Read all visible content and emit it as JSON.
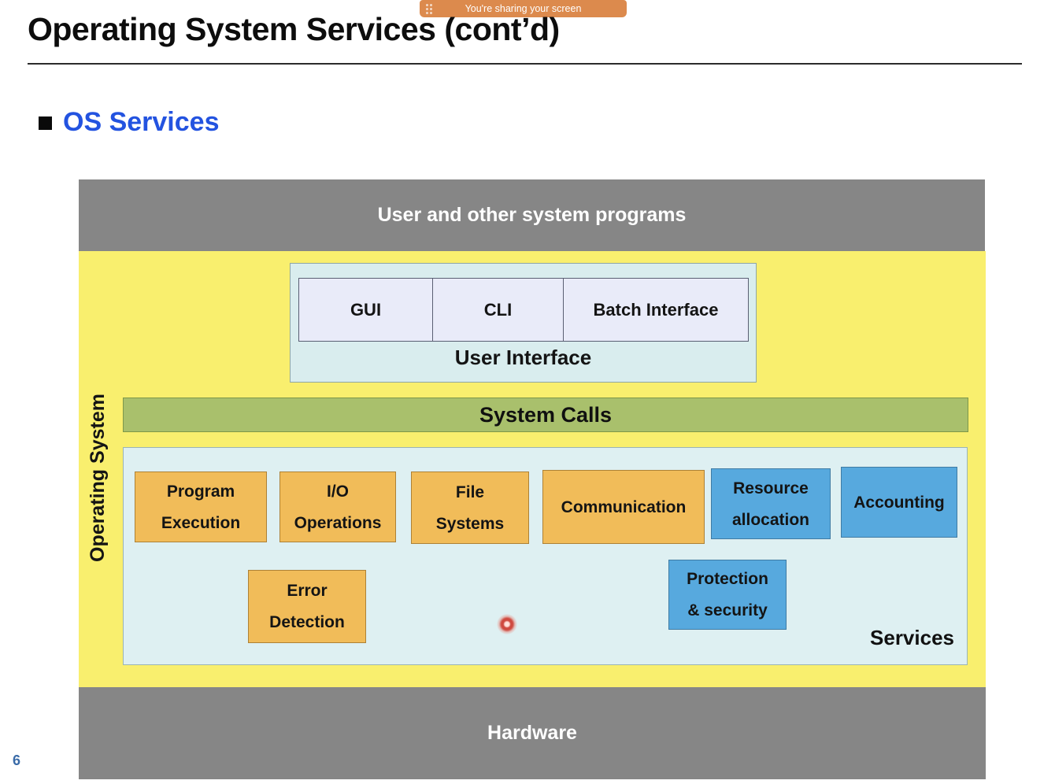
{
  "screen_share_banner": {
    "label": "You're sharing your screen"
  },
  "header": {
    "title": "Operating System Services (cont’d)"
  },
  "content": {
    "bullet_label": "OS Services"
  },
  "diagram": {
    "user_programs_bar": "User and other system programs",
    "operating_system_label": "Operating System",
    "user_interface": {
      "cells": [
        "GUI",
        "CLI",
        "Batch Interface"
      ],
      "caption": "User Interface"
    },
    "system_calls_bar": "System Calls",
    "services": {
      "caption": "Services",
      "boxes": [
        {
          "name": "program-execution",
          "lines": [
            "Program",
            "Execution"
          ],
          "style": "orange"
        },
        {
          "name": "io-operations",
          "lines": [
            "I/O",
            "Operations"
          ],
          "style": "orange"
        },
        {
          "name": "file-systems",
          "lines": [
            "File",
            "Systems"
          ],
          "style": "orange"
        },
        {
          "name": "communication",
          "lines": [
            "Communication"
          ],
          "style": "orange"
        },
        {
          "name": "resource-allocation",
          "lines": [
            "Resource",
            "allocation"
          ],
          "style": "blue"
        },
        {
          "name": "accounting",
          "lines": [
            "Accounting"
          ],
          "style": "blue"
        },
        {
          "name": "error-detection",
          "lines": [
            "Error",
            "Detection"
          ],
          "style": "orange"
        },
        {
          "name": "protection-security",
          "lines": [
            "Protection",
            "& security"
          ],
          "style": "blue"
        }
      ]
    },
    "hardware_bar": "Hardware"
  },
  "footer": {
    "page_number": "6"
  },
  "colors": {
    "banner_orange": "#dc8a4d",
    "bullet_text_blue": "#2353e0",
    "diagram_yellow": "#f9ef6e",
    "bar_gray": "#868686",
    "system_calls_green": "#a9c06c",
    "services_panel_blue": "#def0f2",
    "ui_cell_lavender": "#e9ebf9",
    "service_box_orange": "#f1bc59",
    "service_box_blue": "#57a9de",
    "page_number_blue": "#3a6ba8"
  }
}
